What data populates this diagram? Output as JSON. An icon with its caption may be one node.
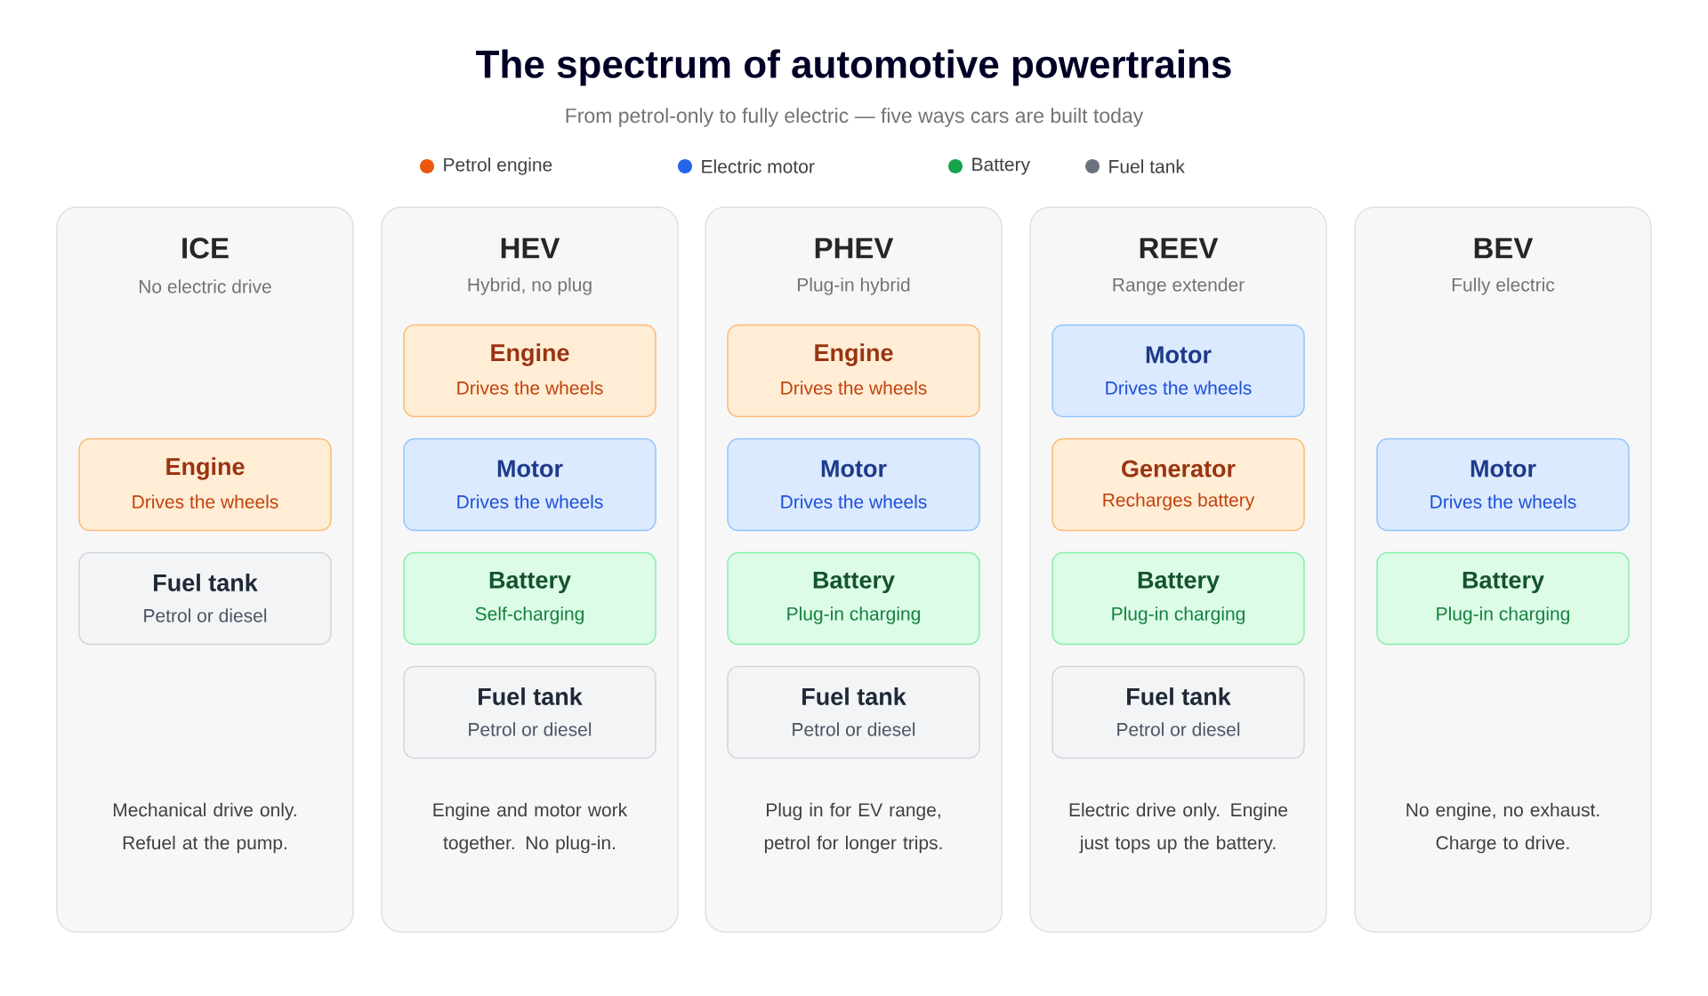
{
  "diagram": {
    "title": "The spectrum of automotive powertrains",
    "caption": "From petrol-only to fully electric — five ways cars are built today",
    "nodes": [
      {
        "text": [
          "ICE",
          "No electric drive",
          "Mechanical drive only. Refuel at the pump."
        ]
      },
      {
        "text": [
          "Engine",
          "Drives the wheels"
        ],
        "in": 0
      },
      {
        "text": [
          "Fuel tank",
          "Petrol or diesel"
        ],
        "in": 0
      },
      {
        "text": [
          "HEV",
          "Hybrid, no plug",
          "Engine and motor work together. No plug-in."
        ]
      },
      {
        "text": [
          "Engine",
          "Drives the wheels"
        ],
        "in": 3
      },
      {
        "text": [
          "Motor",
          "Drives the wheels"
        ],
        "in": 3
      },
      {
        "text": [
          "Battery",
          "Self-charging"
        ],
        "in": 3
      },
      {
        "text": [
          "Fuel tank",
          "Petrol or diesel"
        ],
        "in": 3
      },
      {
        "text": [
          "PHEV",
          "Plug-in hybrid",
          "Plug in for EV range, petrol for longer trips."
        ]
      },
      {
        "text": [
          "Engine",
          "Drives the wheels"
        ],
        "in": 8
      },
      {
        "text": [
          "Motor",
          "Drives the wheels"
        ],
        "in": 8
      },
      {
        "text": [
          "Battery",
          "Plug-in charging"
        ],
        "in": 8
      },
      {
        "text": [
          "Fuel tank",
          "Petrol or diesel"
        ],
        "in": 8
      },
      {
        "text": [
          "REEV",
          "Range extender",
          "Electric drive only. Engine just tops up the battery."
        ]
      },
      {
        "text": [
          "Motor",
          "Drives the wheels"
        ],
        "in": 13
      },
      {
        "text": [
          "Generator",
          "Recharges battery"
        ],
        "in": 13
      },
      {
        "text": [
          "Battery",
          "Plug-in charging"
        ],
        "in": 13
      },
      {
        "text": [
          "Fuel tank",
          "Petrol or diesel"
        ],
        "in": 13
      },
      {
        "text": [
          "BEV",
          "Fully electric",
          "No engine, no exhaust. Charge to drive."
        ]
      },
      {
        "text": [
          "Motor",
          "Drives the wheels"
        ],
        "in": 18
      },
      {
        "text": [
          "Battery",
          "Plug-in charging"
        ],
        "in": 18
      }
    ],
    "legend": [
      {
        "text": "Petrol engine",
        "color": "#ea580c"
      },
      {
        "text": "Electric motor",
        "color": "#2563eb"
      },
      {
        "text": "Battery",
        "color": "#16a34a"
      },
      {
        "text": "Fuel tank",
        "color": "#6b7280"
      }
    ]
  }
}
